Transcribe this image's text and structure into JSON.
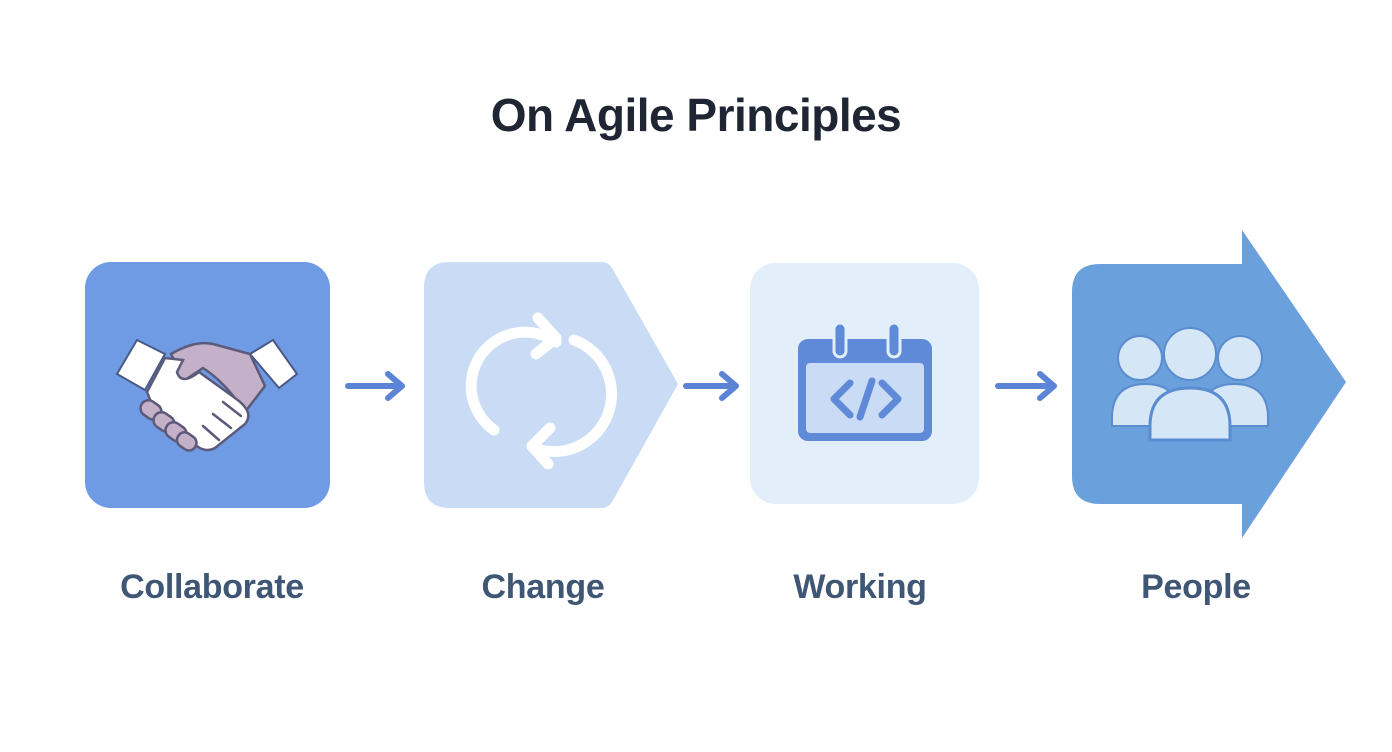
{
  "title": "On Agile Principles",
  "colors": {
    "title": "#1f2533",
    "label": "#3f5675",
    "arrow": "#5b84d6",
    "step1_fill": "#6e9be3",
    "step2_fill": "#c9dbf5",
    "step3_fill": "#e3eefb",
    "step4_fill": "#6aa0db"
  },
  "steps": [
    {
      "label": "Collaborate",
      "icon": "handshake-icon",
      "shape": "rounded-square"
    },
    {
      "label": "Change",
      "icon": "refresh-cycle-icon",
      "shape": "pentagon-arrow"
    },
    {
      "label": "Working",
      "icon": "calendar-code-icon",
      "shape": "rounded-square"
    },
    {
      "label": "People",
      "icon": "group-people-icon",
      "shape": "block-arrow"
    }
  ],
  "connectors": [
    {
      "from": "Collaborate",
      "to": "Change",
      "icon": "arrow-right-icon"
    },
    {
      "from": "Change",
      "to": "Working",
      "icon": "arrow-right-icon"
    },
    {
      "from": "Working",
      "to": "People",
      "icon": "arrow-right-icon"
    }
  ]
}
